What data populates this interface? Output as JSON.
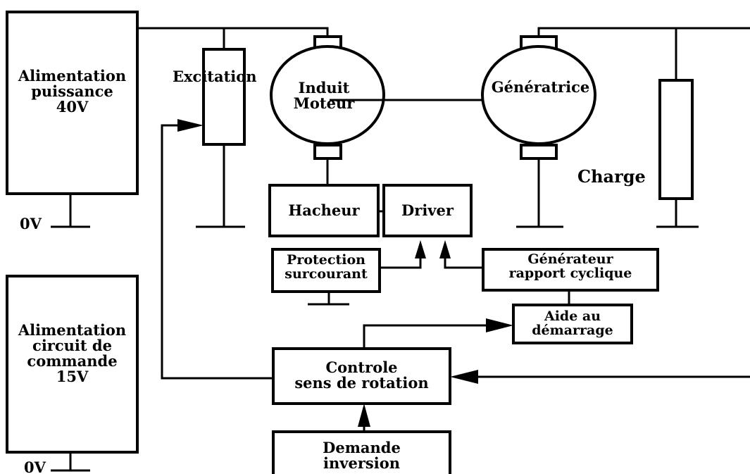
{
  "blocks": {
    "power_supply": [
      "Alimentation",
      "puissance",
      "40V"
    ],
    "control_supply": [
      "Alimentation",
      "circuit de",
      "commande",
      "15V"
    ],
    "excitation": "Excitation",
    "motor": [
      "Induit",
      "Moteur"
    ],
    "generator": "Génératrice",
    "load": "Charge",
    "chopper": "Hacheur",
    "driver": "Driver",
    "overcurrent_protection": [
      "Protection",
      "surcourant"
    ],
    "duty_cycle_generator": [
      "Générateur",
      "rapport cyclique"
    ],
    "startup_aid": [
      "Aide au",
      "démarrage"
    ],
    "direction_control": [
      "Controle",
      "sens de rotation"
    ],
    "reversal_request": [
      "Demande",
      "inversion"
    ]
  },
  "ground_labels": {
    "power_ground": "0V",
    "control_ground": "0V"
  }
}
